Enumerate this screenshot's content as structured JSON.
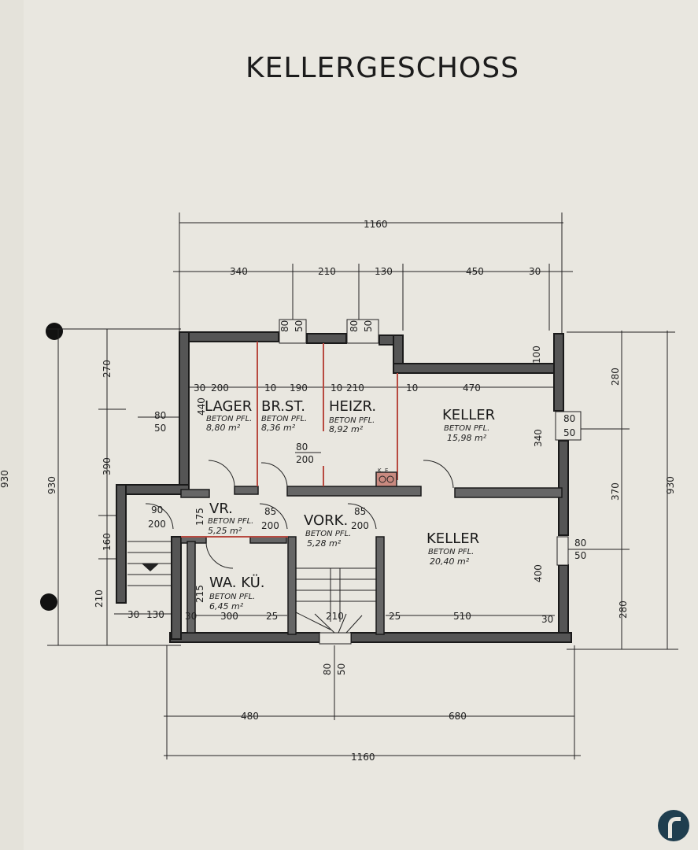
{
  "title": "KELLERGESCHOSS",
  "rooms": [
    {
      "name": "LAGER",
      "floor": "BETON PFL.",
      "area": "8,80 m²"
    },
    {
      "name": "BR.ST.",
      "floor": "BETON PFL.",
      "area": "8,36 m²"
    },
    {
      "name": "HEIZR.",
      "floor": "BETON PFL.",
      "area": "8,92 m²"
    },
    {
      "name": "KELLER",
      "floor": "BETON PFL.",
      "area": "15,98 m²"
    },
    {
      "name": "VR.",
      "floor": "BETON PFL.",
      "area": "5,25 m²"
    },
    {
      "name": "VORK.",
      "floor": "BETON PFL.",
      "area": "5,28 m²"
    },
    {
      "name": "KELLER",
      "floor": "BETON PFL.",
      "area": "20,40 m²"
    },
    {
      "name": "WA. KÜ.",
      "floor": "BETON PFL.",
      "area": "6,45 m²"
    }
  ],
  "dims": {
    "top_total": "1160",
    "top_340": "340",
    "top_210": "210",
    "top_130": "130",
    "top_450": "450",
    "top_30": "30",
    "bottom_480": "480",
    "bottom_680": "680",
    "bottom_total": "1160",
    "left_930": "930",
    "left_270": "270",
    "left_390": "390",
    "left_160": "160",
    "left_210": "210",
    "right_280a": "280",
    "right_370": "370",
    "right_280b": "280",
    "right_930": "930",
    "inner_200": "200",
    "inner_190": "190",
    "inner_210": "210",
    "inner_470": "470",
    "inner_300": "300",
    "inner_510": "510",
    "inner_340": "340",
    "inner_400": "400",
    "inner_175": "175",
    "inner_215": "215",
    "inner_440": "440",
    "inner_100": "100",
    "win_80": "80",
    "win_50": "50",
    "door_85": "85",
    "door_200": "200",
    "door_90": "90",
    "w10": "10",
    "w25": "25",
    "w30": "30",
    "stair_210": "210",
    "ke": "K. E",
    "stair_130": "130"
  },
  "far_left_930": "930"
}
